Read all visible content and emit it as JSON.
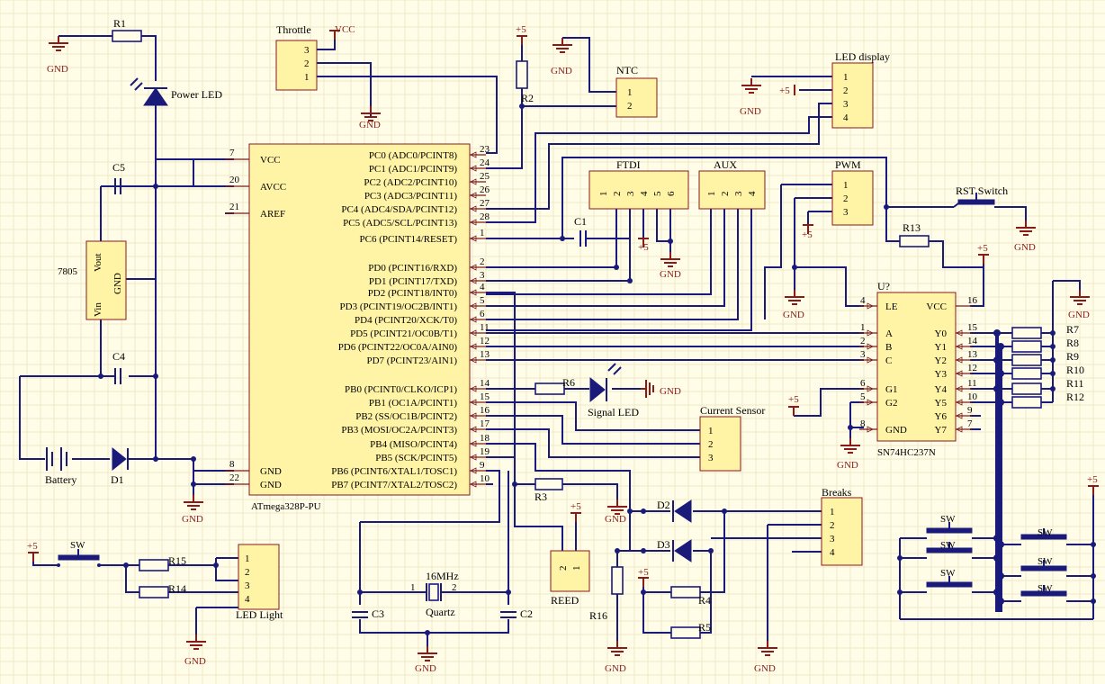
{
  "mcu": {
    "part": "ATmega328P-PU",
    "left_pins": [
      {
        "num": "7",
        "name": "VCC"
      },
      {
        "num": "20",
        "name": "AVCC"
      },
      {
        "num": "21",
        "name": "AREF"
      },
      {
        "num": "8",
        "name": "GND"
      },
      {
        "num": "22",
        "name": "GND"
      }
    ],
    "right_pins": [
      {
        "num": "23",
        "name": "PC0 (ADC0/PCINT8)"
      },
      {
        "num": "24",
        "name": "PC1 (ADC1/PCINT9)"
      },
      {
        "num": "25",
        "name": "PC2 (ADC2/PCINT10)"
      },
      {
        "num": "26",
        "name": "PC3 (ADC3/PCINT11)"
      },
      {
        "num": "27",
        "name": "PC4 (ADC4/SDA/PCINT12)"
      },
      {
        "num": "28",
        "name": "PC5 (ADC5/SCL/PCINT13)"
      },
      {
        "num": "1",
        "name": "PC6 (PCINT14/RESET)"
      },
      {
        "num": "2",
        "name": "PD0 (PCINT16/RXD)"
      },
      {
        "num": "3",
        "name": "PD1 (PCINT17/TXD)"
      },
      {
        "num": "4",
        "name": "PD2 (PCINT18/INT0)"
      },
      {
        "num": "5",
        "name": "PD3 (PCINT19/OC2B/INT1)"
      },
      {
        "num": "6",
        "name": "PD4 (PCINT20/XCK/T0)"
      },
      {
        "num": "11",
        "name": "PD5 (PCINT21/OC0B/T1)"
      },
      {
        "num": "12",
        "name": "PD6 (PCINT22/OC0A/AIN0)"
      },
      {
        "num": "13",
        "name": "PD7 (PCINT23/AIN1)"
      },
      {
        "num": "14",
        "name": "PB0 (PCINT0/CLKO/ICP1)"
      },
      {
        "num": "15",
        "name": "PB1 (OC1A/PCINT1)"
      },
      {
        "num": "16",
        "name": "PB2 (SS/OC1B/PCINT2)"
      },
      {
        "num": "17",
        "name": "PB3 (MOSI/OC2A/PCINT3)"
      },
      {
        "num": "18",
        "name": "PB4 (MISO/PCINT4)"
      },
      {
        "num": "19",
        "name": "PB5 (SCK/PCINT5)"
      },
      {
        "num": "9",
        "name": "PB6 (PCINT6/XTAL1/TOSC1)"
      },
      {
        "num": "10",
        "name": "PB7 (PCINT7/XTAL2/TOSC2)"
      }
    ]
  },
  "decoder": {
    "ref": "U?",
    "part": "SN74HC237N",
    "left_pins": [
      {
        "num": "4",
        "name": "LE"
      },
      {
        "num": "1",
        "name": "A"
      },
      {
        "num": "2",
        "name": "B"
      },
      {
        "num": "3",
        "name": "C"
      },
      {
        "num": "6",
        "name": "G1"
      },
      {
        "num": "5",
        "name": "G2"
      },
      {
        "num": "8",
        "name": "GND"
      }
    ],
    "right_pins": [
      {
        "num": "16",
        "name": "VCC"
      },
      {
        "num": "15",
        "name": "Y0"
      },
      {
        "num": "14",
        "name": "Y1"
      },
      {
        "num": "13",
        "name": "Y2"
      },
      {
        "num": "12",
        "name": "Y3"
      },
      {
        "num": "11",
        "name": "Y4"
      },
      {
        "num": "10",
        "name": "Y5"
      },
      {
        "num": "9",
        "name": "Y6"
      },
      {
        "num": "7",
        "name": "Y7"
      }
    ]
  },
  "connectors": {
    "throttle": {
      "title": "Throttle",
      "pins": [
        "3",
        "2",
        "1"
      ]
    },
    "ntc": {
      "title": "NTC",
      "pins": [
        "1",
        "2"
      ]
    },
    "led_display": {
      "title": "LED display",
      "pins": [
        "1",
        "2",
        "3",
        "4"
      ]
    },
    "ftdi": {
      "title": "FTDI",
      "pins": [
        "1",
        "2",
        "3",
        "4",
        "5",
        "6"
      ]
    },
    "aux": {
      "title": "AUX",
      "pins": [
        "1",
        "2",
        "3",
        "4"
      ]
    },
    "pwm": {
      "title": "PWM",
      "pins": [
        "1",
        "2",
        "3"
      ]
    },
    "current_sensor": {
      "title": "Current Sensor",
      "pins": [
        "1",
        "2",
        "3"
      ]
    },
    "breaks": {
      "title": "Breaks",
      "pins": [
        "1",
        "2",
        "3",
        "4"
      ]
    },
    "reed": {
      "title": "REED",
      "pins": [
        "2",
        "1"
      ]
    },
    "led_light": {
      "title": "LED Light",
      "pins": [
        "1",
        "2",
        "3",
        "4"
      ]
    }
  },
  "regulator": {
    "part": "7805",
    "pins": [
      "Vin",
      "GND",
      "Vout"
    ]
  },
  "labels": {
    "gnd": "GND",
    "vcc": "VCC",
    "plus5": "+5",
    "r1": "R1",
    "r2": "R2",
    "r3": "R3",
    "r4": "R4",
    "r5": "R5",
    "r6": "R6",
    "r13": "R13",
    "r14": "R14",
    "r15": "R15",
    "r16": "R16",
    "r7": "R7",
    "r8": "R8",
    "r9": "R9",
    "r10": "R10",
    "r11": "R11",
    "r12": "R12",
    "c1": "C1",
    "c2": "C2",
    "c3": "C3",
    "c4": "C4",
    "c5": "C5",
    "d1": "D1",
    "d2": "D2",
    "d3": "D3",
    "power_led": "Power LED",
    "signal_led": "Signal LED",
    "battery": "Battery",
    "quartz": "Quartz",
    "freq": "16MHz",
    "rst_switch": "RST Switch",
    "sw": "SW",
    "q1": "1",
    "q2": "2"
  }
}
